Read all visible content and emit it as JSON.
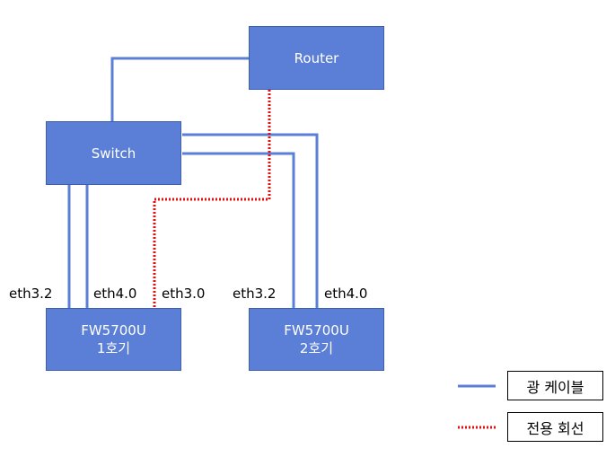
{
  "nodes": {
    "router": {
      "label": "Router"
    },
    "switch": {
      "label": "Switch"
    },
    "fw1": {
      "line1": "FW5700U",
      "line2": "1호기"
    },
    "fw2": {
      "line1": "FW5700U",
      "line2": "2호기"
    }
  },
  "ports": {
    "fw1_eth32": "eth3.2",
    "fw1_eth40": "eth4.0",
    "fw1_eth30": "eth3.0",
    "fw2_eth32": "eth3.2",
    "fw2_eth40": "eth4.0"
  },
  "legend": {
    "fiber": "광 케이블",
    "dedicated": "전용 회선"
  },
  "colors": {
    "box_fill": "#5B7FD6",
    "fiber_line": "#5B7FD6",
    "dedicated_line": "#E01010"
  }
}
